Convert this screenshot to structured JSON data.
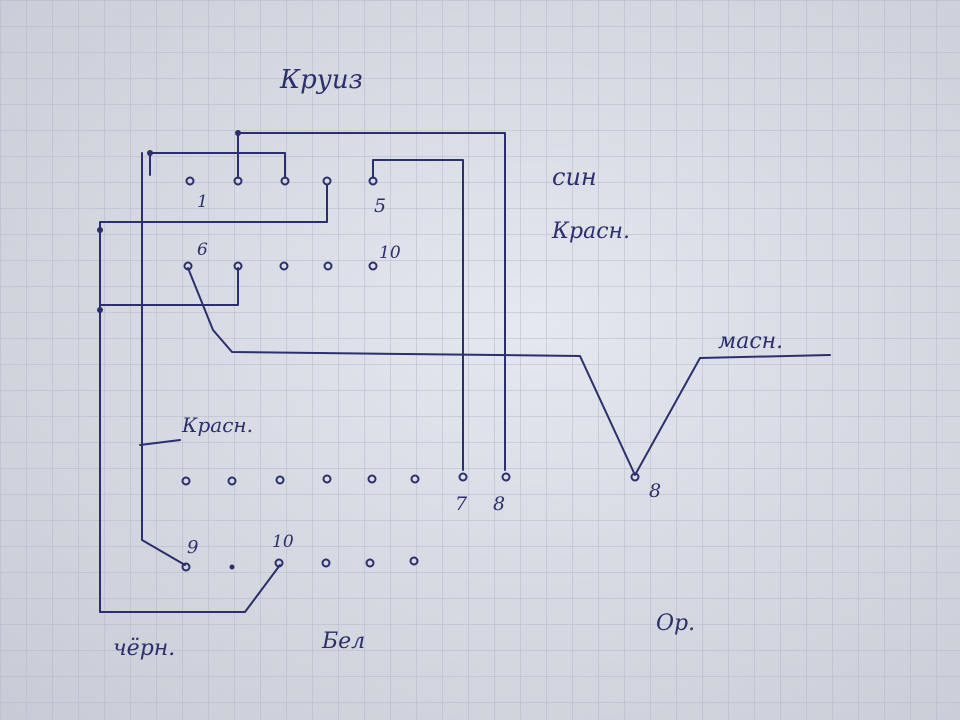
{
  "title": "Круиз",
  "labels": {
    "sin": "син",
    "krasn_top": "Красн.",
    "krasn_left": "Красн.",
    "mass": "масн.",
    "chern": "чёрн.",
    "bel": "Бел",
    "or": "Ор."
  },
  "pin_numbers": {
    "row1_first": "1",
    "row1_fifth": "5",
    "row2_first": "6",
    "row2_last": "10",
    "row3_seventh": "7",
    "row3_eighth": "8",
    "loose_pin": "8",
    "row4_first": "9",
    "row4_third": "10"
  },
  "colors": {
    "paper": "#dcdee7",
    "grid": "#b9bccb",
    "ink": "#2b2f6b"
  }
}
